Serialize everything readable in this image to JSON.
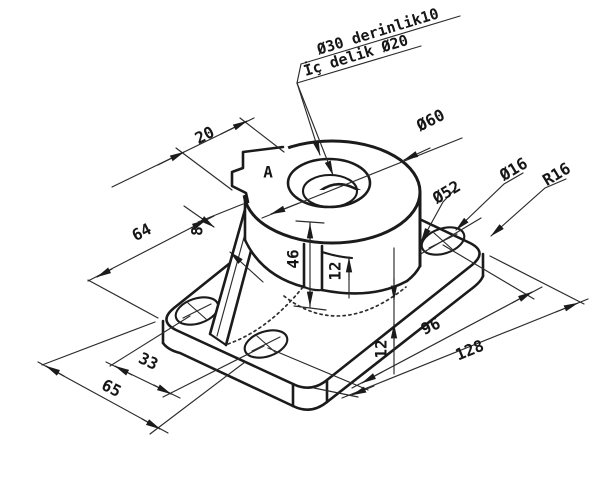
{
  "drawing": {
    "type": "isometric technical drawing of a machined bracket",
    "colors": {
      "ink": "#1b1b1b",
      "background": "#ffffff"
    },
    "view_label": "A"
  },
  "callouts": {
    "counterbore": "Ø30 derinlik10",
    "inner_hole": "İç delik Ø20"
  },
  "labels": {
    "dim20": "20",
    "dim60": "Ø60",
    "dim16": "Ø16",
    "dimR16": "R16",
    "dim52": "Ø52",
    "dim64": "64",
    "dim8": "8",
    "dim46": "46",
    "dim12_boss": "12",
    "dim12_plate": "12",
    "dim96": "96",
    "dim128": "128",
    "dim33": "33",
    "dim65": "65",
    "surface": "A"
  }
}
